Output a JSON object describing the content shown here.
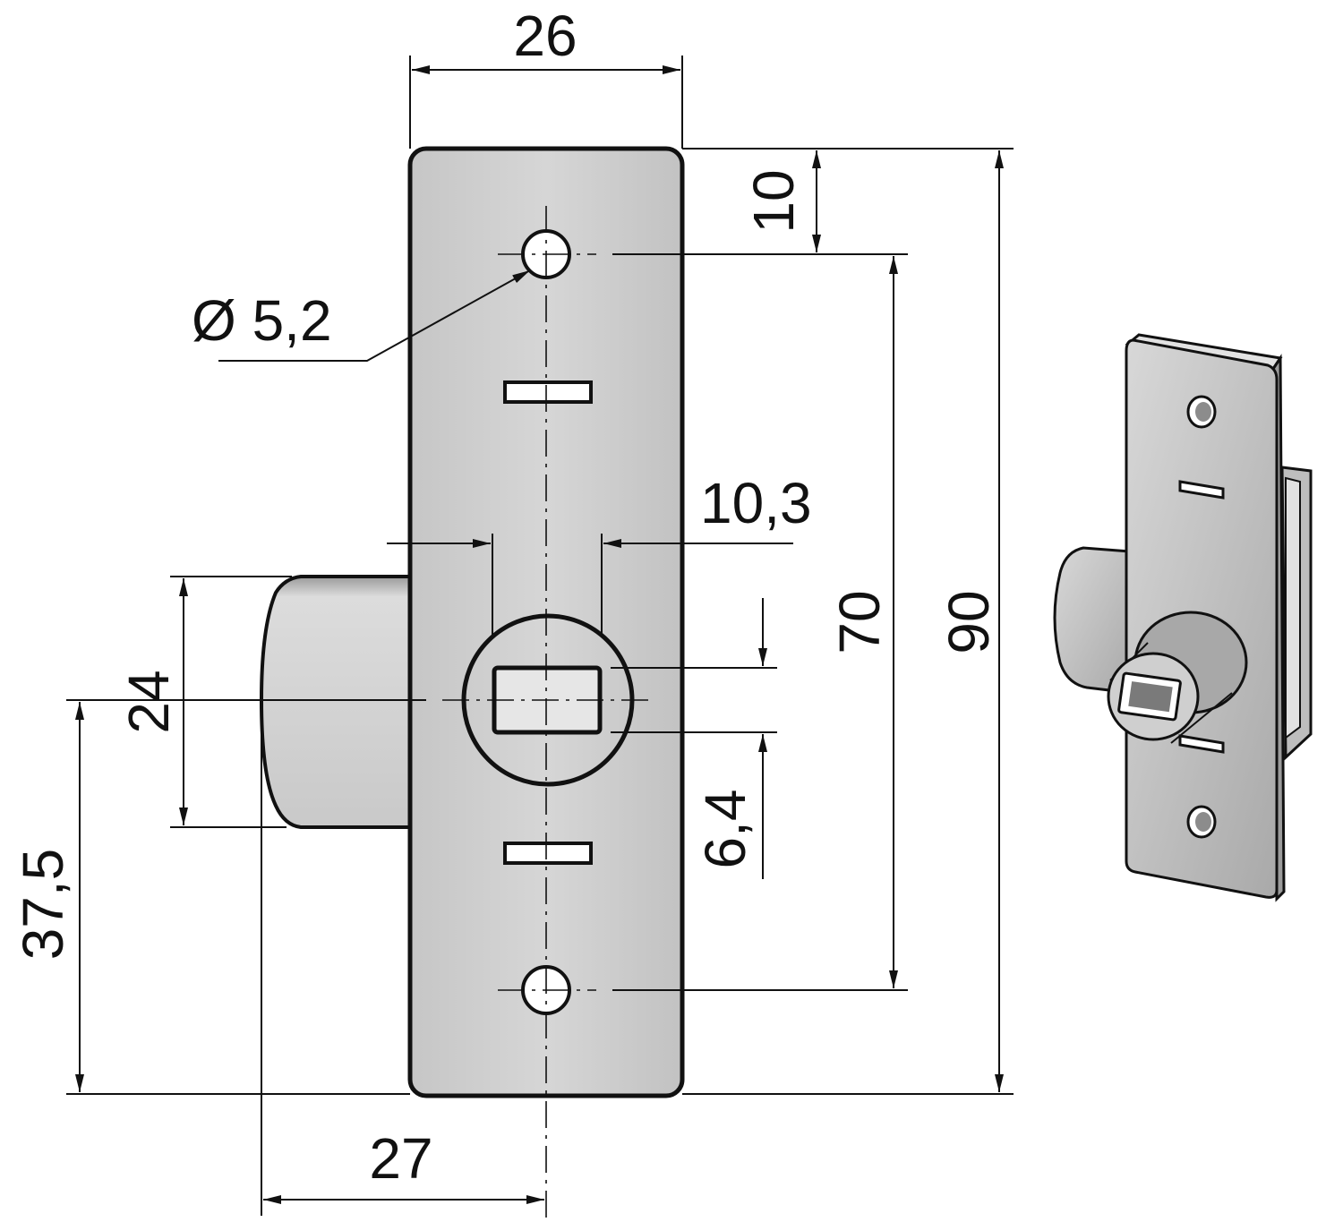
{
  "dimensions": {
    "width_plate": "26",
    "top_offset": "10",
    "hole_diameter": "Ø 5,2",
    "hole_spacing": "70",
    "overall_height": "90",
    "cam_width": "10,3",
    "bolt_height": "24",
    "slot_height": "6,4",
    "center_height": "37,5",
    "backset": "27"
  },
  "colors": {
    "plate_fill": "#cfcfcf",
    "bolt_fill": "#d4d4d4",
    "line": "#111111",
    "background": "#ffffff"
  }
}
